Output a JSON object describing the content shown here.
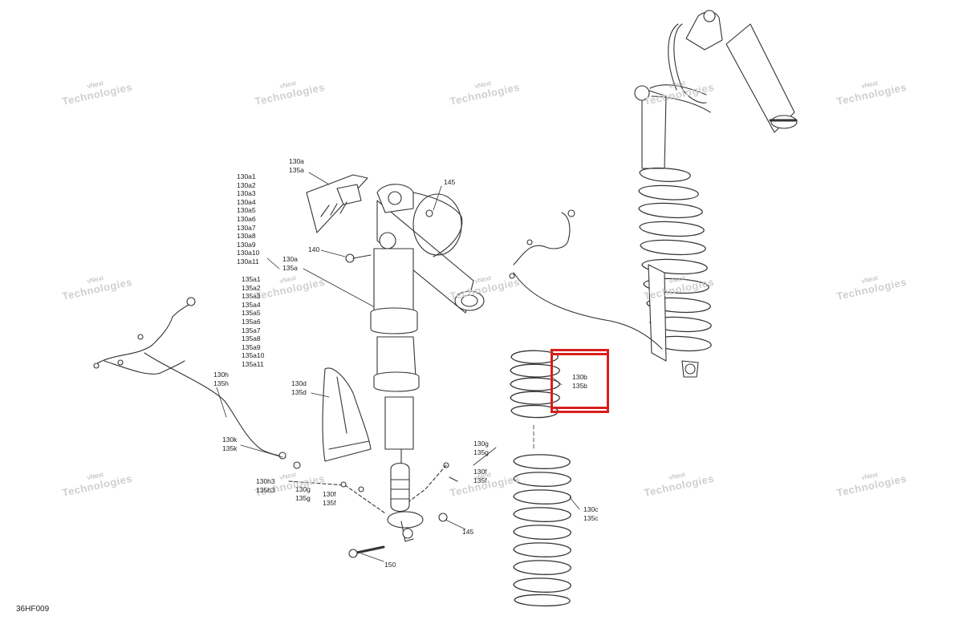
{
  "figure_code": "36HF009",
  "watermark": {
    "line1": "vNext",
    "line2": "Technologies"
  },
  "highlight_color": "#d81e1e",
  "labels": {
    "top_group": [
      "130a",
      "135a"
    ],
    "list_130a": [
      "130a1",
      "130a2",
      "130a3",
      "130a4",
      "130a5",
      "130a6",
      "130a7",
      "130a8",
      "130a9",
      "130a10",
      "130a11"
    ],
    "mid_group": [
      "130a",
      "135a"
    ],
    "list_135a": [
      "135a1",
      "135a2",
      "135a3",
      "135a4",
      "135a5",
      "135a6",
      "135a7",
      "135a8",
      "135a9",
      "135a10",
      "135a11"
    ],
    "p145_top": "145",
    "p140": "140",
    "p130h": [
      "130h",
      "135h"
    ],
    "p130d": [
      "130d",
      "135d"
    ],
    "p130k": [
      "130k",
      "135k"
    ],
    "p130h3": [
      "130h3",
      "135h3"
    ],
    "p130g_left": [
      "130g",
      "135g"
    ],
    "p130f_left": [
      "130f",
      "135f"
    ],
    "p130g_right": [
      "130g",
      "135g"
    ],
    "p130f_right": [
      "130f",
      "135f"
    ],
    "p130b": [
      "130b",
      "135b"
    ],
    "p130c": [
      "130c",
      "135c"
    ],
    "p145_bottom": "145",
    "p150": "150"
  }
}
